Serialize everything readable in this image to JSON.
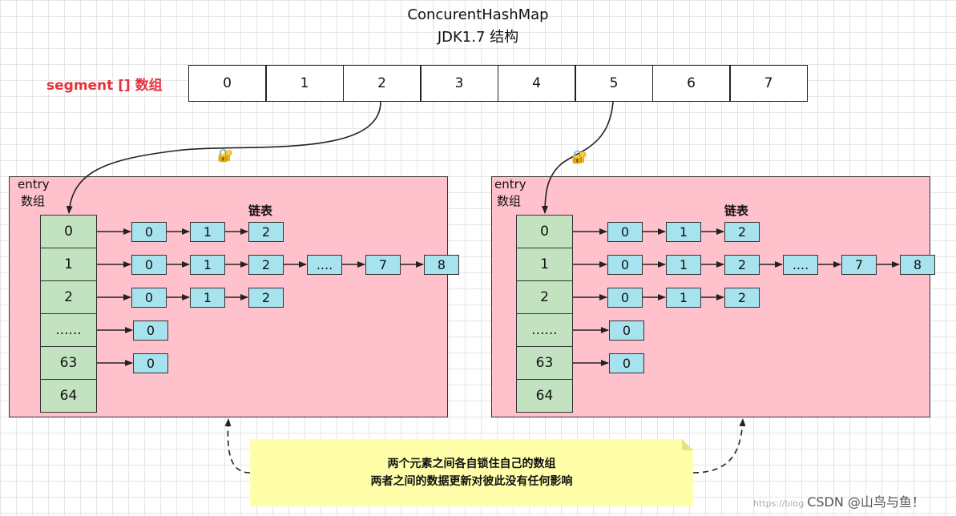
{
  "title": {
    "line1": "ConcurentHashMap",
    "line2": "JDK1.7 结构"
  },
  "segment": {
    "label": "segment [] 数组",
    "cells": [
      "0",
      "1",
      "2",
      "3",
      "4",
      "5",
      "6",
      "7"
    ]
  },
  "panels": [
    {
      "entry_label": [
        "entry",
        "数组"
      ],
      "list_label": "链表",
      "entries": [
        "0",
        "1",
        "2",
        "......",
        "63",
        "64"
      ],
      "chains": [
        [
          "0",
          "1",
          "2"
        ],
        [
          "0",
          "1",
          "2",
          "....",
          "7",
          "8"
        ],
        [
          "0",
          "1",
          "2"
        ],
        [
          "0"
        ],
        [
          "0"
        ],
        []
      ]
    },
    {
      "entry_label": [
        "entry",
        "数组"
      ],
      "list_label": "链表",
      "entries": [
        "0",
        "1",
        "2",
        "......",
        "63",
        "64"
      ],
      "chains": [
        [
          "0",
          "1",
          "2"
        ],
        [
          "0",
          "1",
          "2",
          "....",
          "7",
          "8"
        ],
        [
          "0",
          "1",
          "2"
        ],
        [
          "0"
        ],
        [
          "0"
        ],
        []
      ]
    }
  ],
  "lock_icon": "lock-icon",
  "note": {
    "line1": "两个元素之间各自锁住自己的数组",
    "line2": "两者之间的数据更新对彼此没有任何影响"
  },
  "watermark": {
    "small": "https://blog",
    "main": "CSDN @山鸟与鱼！"
  },
  "colors": {
    "segment_label": "#e8313a",
    "panel": "#ffc1cc",
    "entry": "#c2e2c0",
    "node": "#a7e3ef",
    "note": "#ffffaa"
  }
}
